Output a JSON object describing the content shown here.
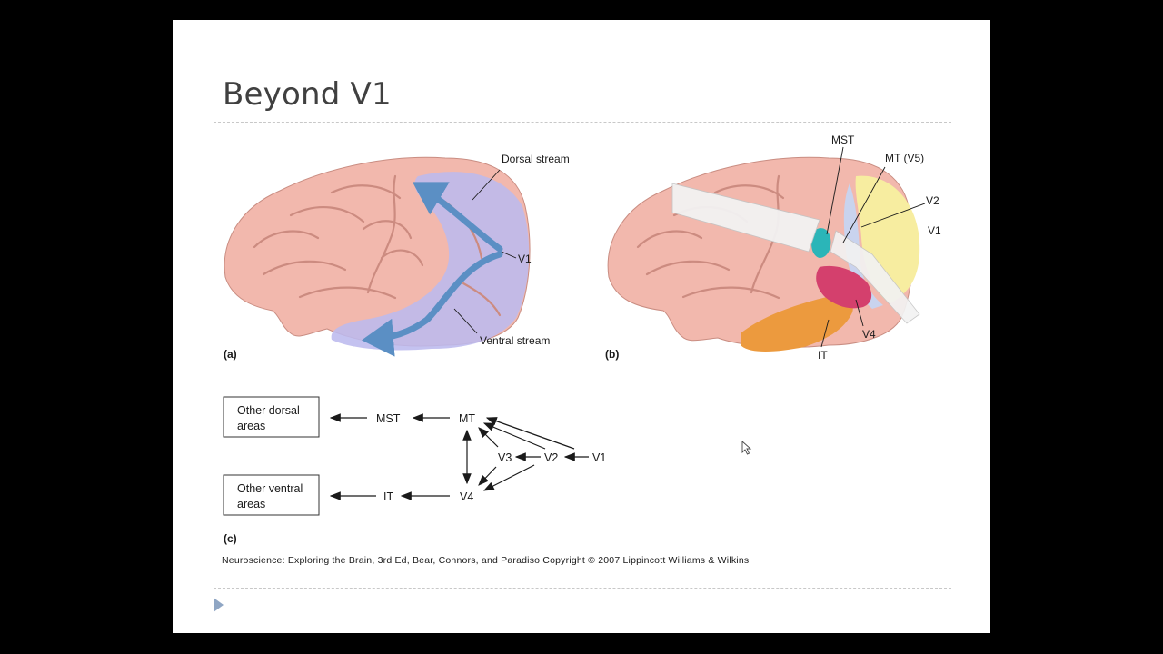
{
  "slide": {
    "title": "Beyond V1",
    "credit": "Neuroscience: Exploring the Brain, 3rd Ed, Bear, Connors, and Paradiso Copyright © 2007 Lippincott Williams & Wilkins"
  },
  "panel_a": {
    "label": "(a)",
    "dorsal_stream": "Dorsal stream",
    "ventral_stream": "Ventral stream",
    "v1": "V1"
  },
  "panel_b": {
    "label": "(b)",
    "mst": "MST",
    "mt": "MT (V5)",
    "v2": "V2",
    "v1": "V1",
    "v4": "V4",
    "it": "IT"
  },
  "panel_c": {
    "label": "(c)",
    "box_dorsal_line1": "Other dorsal",
    "box_dorsal_line2": "areas",
    "box_ventral_line1": "Other ventral",
    "box_ventral_line2": "areas",
    "mst": "MST",
    "mt": "MT",
    "v3": "V3",
    "v2": "V2",
    "v1": "V1",
    "v4": "V4",
    "it": "IT"
  },
  "colors": {
    "brain": "#f2b8ad",
    "brain_shade": "#d98f84",
    "ventral_blue": "#b9b8ec",
    "arrow_blue": "#5b8fc4",
    "v1_yellow": "#f7eda0",
    "it_orange": "#ec9a3e",
    "v4_magenta": "#d4406d",
    "nav": "#8fa6c4"
  },
  "icons": [
    "play-triangle-icon",
    "mouse-cursor-icon"
  ]
}
